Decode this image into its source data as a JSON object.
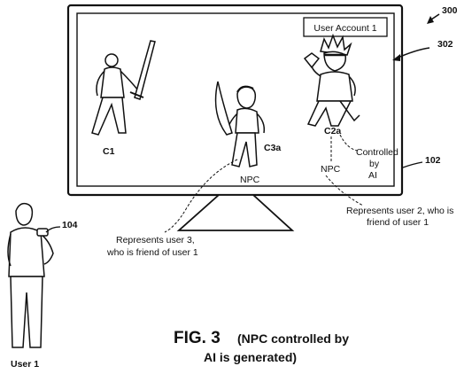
{
  "figure": {
    "fig_number": "FIG. 3",
    "caption_line1": "(NPC controlled by",
    "caption_line2": "AI is generated)"
  },
  "refs": {
    "r300": "300",
    "r302": "302",
    "r102": "102",
    "r104": "104"
  },
  "screen": {
    "account_badge": "User Account 1"
  },
  "characters": {
    "c1": "C1",
    "c3a": "C3a",
    "c2a": "C2a",
    "npc_left": "NPC",
    "npc_right": "NPC"
  },
  "annotations": {
    "controlled_line1": "Controlled",
    "controlled_line2": "by",
    "controlled_line3": "AI",
    "user3_line1": "Represents user 3,",
    "user3_line2": "who is friend of user 1",
    "user2_line1": "Represents user 2, who is",
    "user2_line2": "friend of user 1"
  },
  "user": {
    "label": "User 1"
  }
}
